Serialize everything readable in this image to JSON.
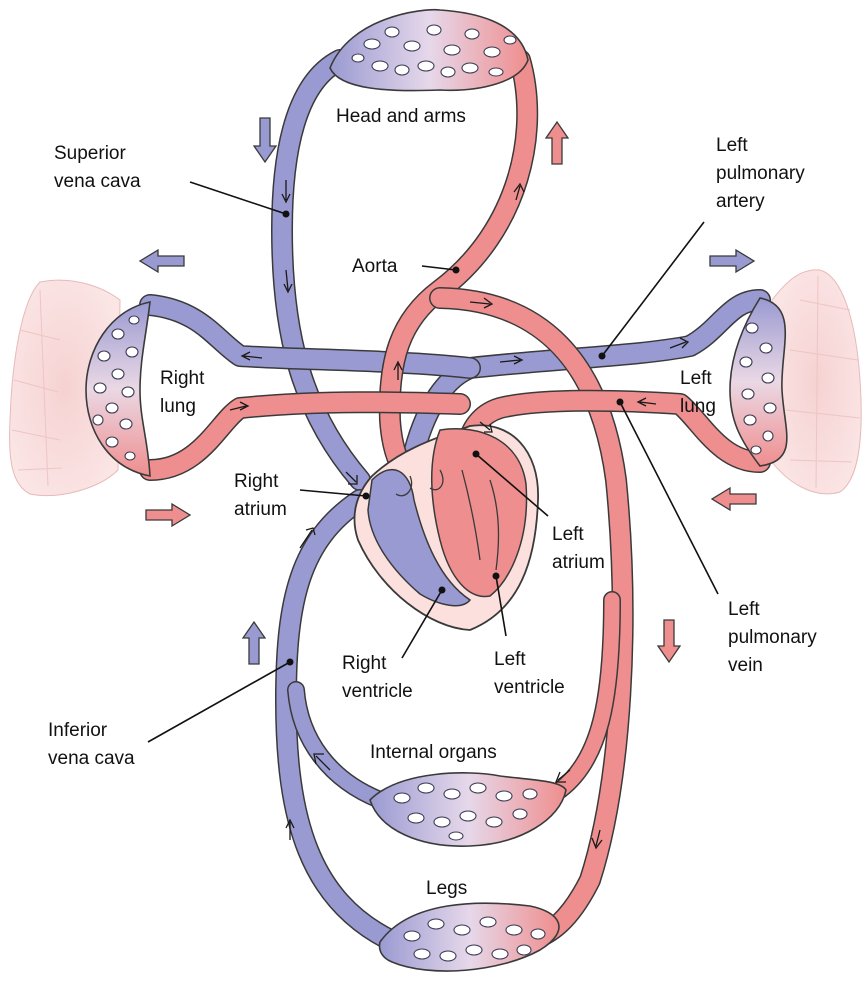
{
  "colors": {
    "deoxygenated": "#9a9ad2",
    "oxygenated": "#ef8e8e",
    "lung_tissue": "#f7d9d9",
    "outline": "#3a3a3a"
  },
  "labels": {
    "head_and_arms": "Head and arms",
    "superior_vena_cava": [
      "Superior",
      "vena cava"
    ],
    "left_pulmonary_artery": [
      "Left",
      "pulmonary",
      "artery"
    ],
    "aorta": "Aorta",
    "right_lung": [
      "Right",
      "lung"
    ],
    "left_lung": [
      "Left",
      "lung"
    ],
    "right_atrium": [
      "Right",
      "atrium"
    ],
    "left_atrium": [
      "Left",
      "atrium"
    ],
    "right_ventricle": [
      "Right",
      "ventricle"
    ],
    "left_ventricle": [
      "Left",
      "ventricle"
    ],
    "left_pulmonary_vein": [
      "Left",
      "pulmonary",
      "vein"
    ],
    "inferior_vena_cava": [
      "Inferior",
      "vena cava"
    ],
    "internal_organs": "Internal organs",
    "legs": "Legs"
  },
  "flow_arrows": [
    {
      "name": "head-down-arrow-icon",
      "direction": "down",
      "blood": "deoxygenated"
    },
    {
      "name": "head-up-arrow-icon",
      "direction": "up",
      "blood": "oxygenated"
    },
    {
      "name": "lung-left-arrow-icon",
      "direction": "left",
      "blood": "deoxygenated"
    },
    {
      "name": "lung-right-arrow-icon",
      "direction": "right",
      "blood": "deoxygenated"
    },
    {
      "name": "right-lung-return-arrow-icon",
      "direction": "right",
      "blood": "oxygenated"
    },
    {
      "name": "left-lung-return-arrow-icon",
      "direction": "left",
      "blood": "oxygenated"
    },
    {
      "name": "body-up-arrow-icon",
      "direction": "up",
      "blood": "deoxygenated"
    },
    {
      "name": "body-down-arrow-icon",
      "direction": "down",
      "blood": "oxygenated"
    }
  ]
}
